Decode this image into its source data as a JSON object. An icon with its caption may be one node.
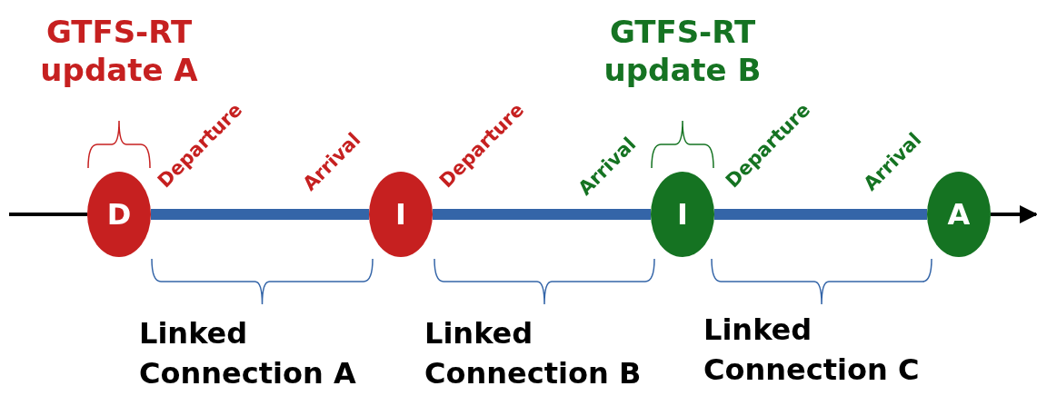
{
  "diagram": {
    "nodes": [
      {
        "text": [
          "D"
        ],
        "beside": [
          "GTFS-RT update A",
          "Departure"
        ]
      },
      {
        "text": [
          "I"
        ],
        "beside": [
          "Arrival",
          "Departure"
        ]
      },
      {
        "text": [
          "I"
        ],
        "beside": [
          "GTFS-RT update B",
          "Arrival",
          "Departure"
        ]
      },
      {
        "text": [
          "A"
        ],
        "beside": [
          "Arrival"
        ]
      }
    ],
    "edges": [
      {
        "from": null,
        "to": 0,
        "arrow": "none",
        "color": "#000000"
      },
      {
        "from": 0,
        "to": 1,
        "arrow": "none"
      },
      {
        "from": 1,
        "to": 2,
        "arrow": "none"
      },
      {
        "from": 2,
        "to": 3,
        "arrow": "none"
      },
      {
        "from": 3,
        "to": null,
        "arrow": "to",
        "color": "#000000"
      }
    ],
    "labels": [
      "Linked Connection A",
      "Linked Connection B",
      "Linked Connection C"
    ]
  }
}
